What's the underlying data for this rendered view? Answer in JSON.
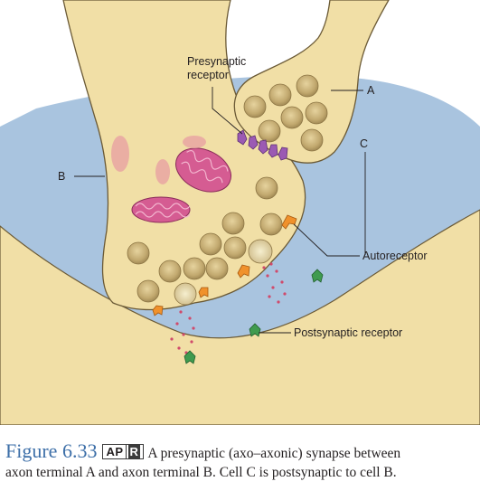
{
  "labels": {
    "presynaptic_receptor": [
      "Presynaptic",
      "receptor"
    ],
    "a": "A",
    "b": "B",
    "c": "C",
    "autoreceptor": "Autoreceptor",
    "postsynaptic_receptor": "Postsynaptic receptor"
  },
  "caption": {
    "figure_number": "Figure 6.33",
    "badge_left": "AP",
    "badge_right": "R",
    "line1": "A presynaptic (axo–axonic) synapse between",
    "line2": "axon terminal A and axon terminal B. Cell C is postsynaptic to cell B."
  },
  "colors": {
    "cell": "#f1dfa6",
    "cell_outline": "#6b5a36",
    "cleft": "#a9c4df",
    "vesicle": "#b9a06a",
    "mitochondrion": "#c7508a",
    "autoreceptor": "#f0912b",
    "presynaptic_receptor": "#9b5ab3",
    "postsynaptic_receptor": "#3f9b4f",
    "figure_title": "#3d6fa8"
  }
}
